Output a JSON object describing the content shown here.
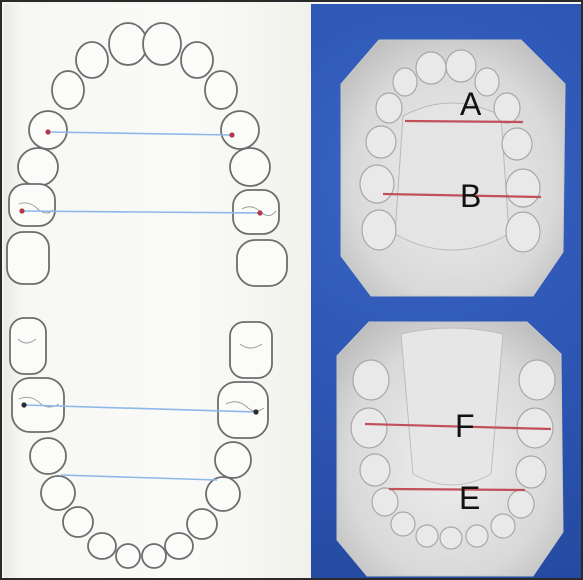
{
  "colors": {
    "panel_background": "#2d55b3",
    "measure_line_drawing": "#8fb8ea",
    "measure_line_cast": "#c0505a",
    "tooth_outline": "#6d6d6d",
    "cast_plaster": "#dcdcdc"
  },
  "labels": {
    "upper_anterior": "A",
    "upper_molar": "B",
    "lower_molar": "F",
    "lower_anterior": "E"
  }
}
